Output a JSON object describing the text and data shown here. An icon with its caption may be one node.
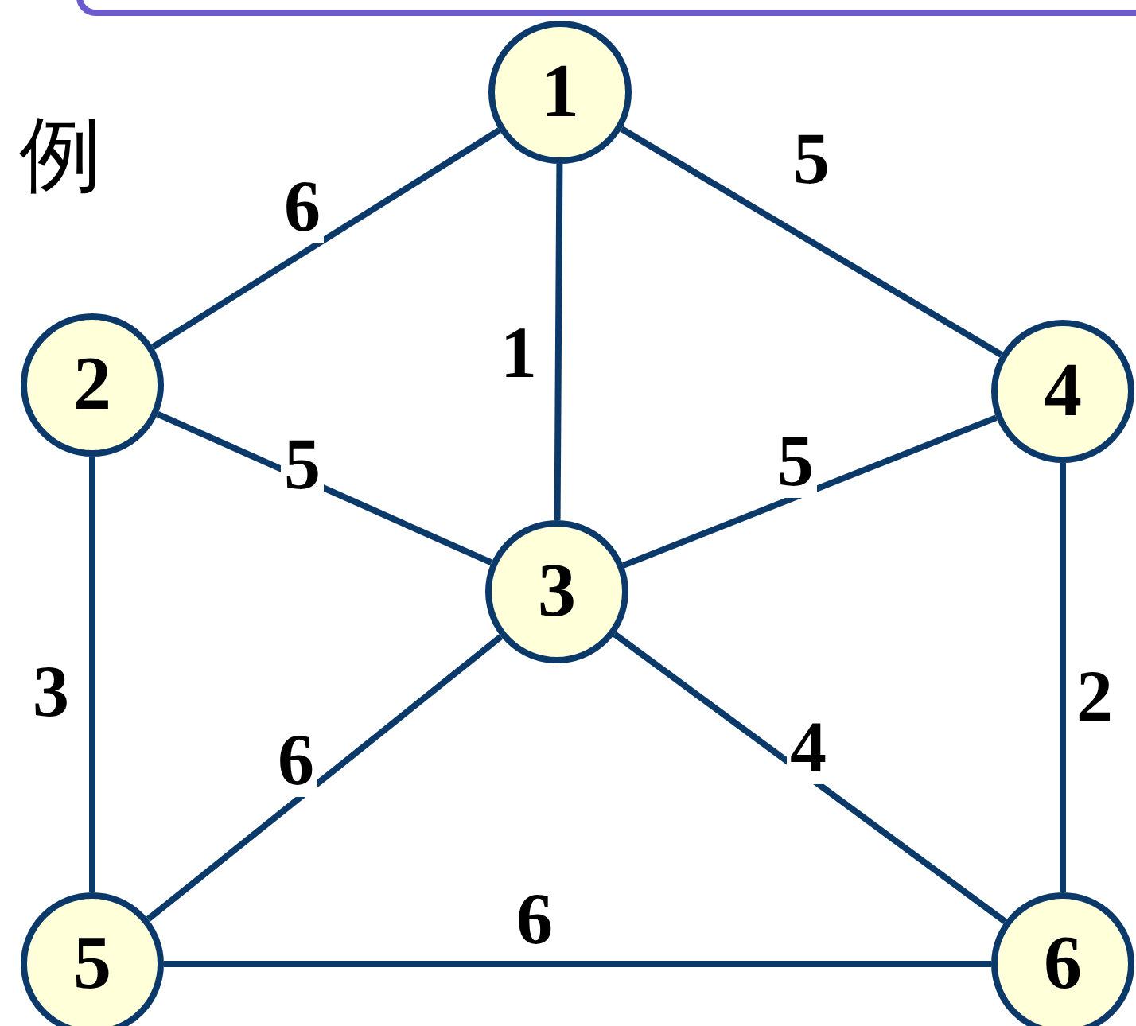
{
  "diagram": {
    "nodes": [
      {
        "text": [
          "1"
        ]
      },
      {
        "text": [
          "2"
        ]
      },
      {
        "text": [
          "3"
        ]
      },
      {
        "text": [
          "4"
        ]
      },
      {
        "text": [
          "5"
        ]
      },
      {
        "text": [
          "6"
        ]
      }
    ],
    "edges": [
      {
        "from": 0,
        "to": 1,
        "arrow": "none",
        "label": "6"
      },
      {
        "from": 0,
        "to": 2,
        "arrow": "none",
        "label": "1"
      },
      {
        "from": 0,
        "to": 3,
        "arrow": "none",
        "label": "5"
      },
      {
        "from": 1,
        "to": 2,
        "arrow": "none",
        "label": "5"
      },
      {
        "from": 2,
        "to": 3,
        "arrow": "none",
        "label": "5"
      },
      {
        "from": 1,
        "to": 4,
        "arrow": "none",
        "label": "3"
      },
      {
        "from": 2,
        "to": 4,
        "arrow": "none",
        "label": "6"
      },
      {
        "from": 2,
        "to": 5,
        "arrow": "none",
        "label": "4"
      },
      {
        "from": 3,
        "to": 5,
        "arrow": "none",
        "label": "2"
      },
      {
        "from": 4,
        "to": 5,
        "arrow": "none",
        "label": "6"
      }
    ],
    "labels": [
      "例"
    ]
  }
}
